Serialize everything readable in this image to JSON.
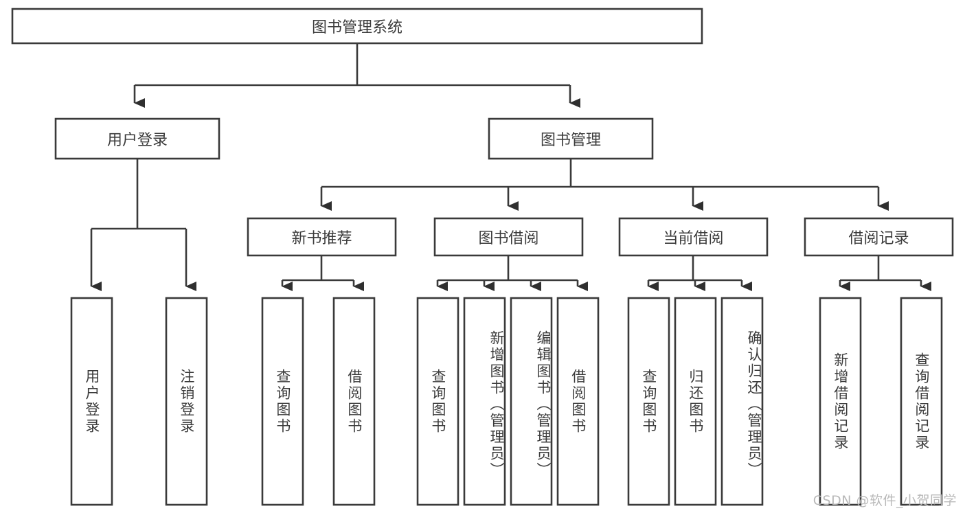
{
  "diagram": {
    "title": "图书管理系统",
    "type": "tree-hierarchy",
    "watermark": "CSDN @软件_小贺同学",
    "root": {
      "id": "root",
      "label": "图书管理系统"
    },
    "level2": [
      {
        "id": "user-login",
        "label": "用户登录"
      },
      {
        "id": "book-manage",
        "label": "图书管理"
      }
    ],
    "level3": [
      {
        "id": "new-book-recommend",
        "label": "新书推荐",
        "parent": "book-manage"
      },
      {
        "id": "book-borrow",
        "label": "图书借阅",
        "parent": "book-manage"
      },
      {
        "id": "current-borrow",
        "label": "当前借阅",
        "parent": "book-manage"
      },
      {
        "id": "borrow-record",
        "label": "借阅记录",
        "parent": "book-manage"
      }
    ],
    "leaves": {
      "user-login": [
        {
          "id": "leaf-user-login",
          "label": "用户登录"
        },
        {
          "id": "leaf-user-logout",
          "label": "注销登录"
        }
      ],
      "new-book-recommend": [
        {
          "id": "leaf-query-book-1",
          "label": "查询图书"
        },
        {
          "id": "leaf-borrow-book-1",
          "label": "借阅图书"
        }
      ],
      "book-borrow": [
        {
          "id": "leaf-query-book-2",
          "label": "查询图书"
        },
        {
          "id": "leaf-add-book",
          "label": "新增图书（管理员）"
        },
        {
          "id": "leaf-edit-book",
          "label": "编辑图书（管理员）"
        },
        {
          "id": "leaf-borrow-book-2",
          "label": "借阅图书"
        }
      ],
      "current-borrow": [
        {
          "id": "leaf-query-book-3",
          "label": "查询图书"
        },
        {
          "id": "leaf-return-book",
          "label": "归还图书"
        },
        {
          "id": "leaf-confirm-return",
          "label": "确认归还（管理员）"
        }
      ],
      "borrow-record": [
        {
          "id": "leaf-add-record",
          "label": "新增借阅记录"
        },
        {
          "id": "leaf-query-record",
          "label": "查询借阅记录"
        }
      ]
    },
    "colors": {
      "box_border": "#3a3a3a",
      "box_fill": "#ffffff",
      "text": "#3b3b3b",
      "connector": "#3a3a3a",
      "background": "#ffffff",
      "watermark": "#b9b9b9"
    }
  }
}
